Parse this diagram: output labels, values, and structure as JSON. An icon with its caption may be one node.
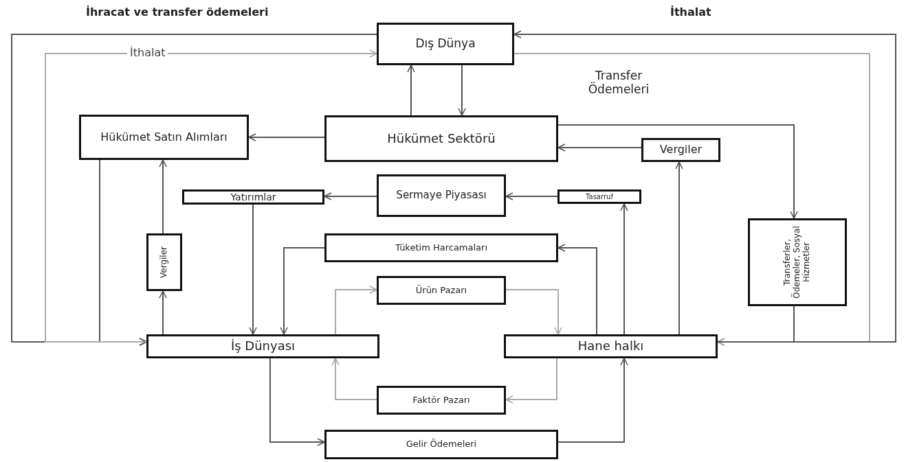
{
  "diagram": {
    "nodes": [
      {
        "text": [
          "Dış Dünya"
        ]
      },
      {
        "text": [
          "Hükümet Satın Alımları"
        ]
      },
      {
        "text": [
          "Hükümet Sektörü"
        ]
      },
      {
        "text": [
          "Vergiler"
        ]
      },
      {
        "text": [
          "Yatırımlar"
        ]
      },
      {
        "text": [
          "Sermaye Piyasası"
        ]
      },
      {
        "text": [
          "Tasarruf"
        ]
      },
      {
        "text": [
          "Tüketim Harcamaları"
        ]
      },
      {
        "text": [
          "Vergiler"
        ]
      },
      {
        "text": [
          "Ürün Pazarı"
        ]
      },
      {
        "text": [
          "Transferler, Ödemeler, Sosyal Hizmetler"
        ]
      },
      {
        "text": [
          "İş Dünyası"
        ]
      },
      {
        "text": [
          "Hane halkı"
        ]
      },
      {
        "text": [
          "Faktör Pazarı"
        ]
      },
      {
        "text": [
          "Gelir Ödemeleri"
        ]
      }
    ],
    "edges": [
      {
        "from": 0,
        "to": 11,
        "arrow": "to"
      },
      {
        "from": 1,
        "to": 11,
        "arrow": "to"
      },
      {
        "from": 11,
        "to": 0,
        "arrow": "to",
        "label": "İthalat",
        "color": "#aaaaaa"
      },
      {
        "from": 11,
        "to": 8,
        "arrow": "to"
      },
      {
        "from": 8,
        "to": 1,
        "arrow": "to"
      },
      {
        "from": 2,
        "to": 1,
        "arrow": "to"
      },
      {
        "from": 2,
        "to": 0,
        "arrow": "to"
      },
      {
        "from": 0,
        "to": 2,
        "arrow": "to"
      },
      {
        "from": 3,
        "to": 2,
        "arrow": "to"
      },
      {
        "from": 12,
        "to": 3,
        "arrow": "to"
      },
      {
        "from": 2,
        "to": 10,
        "arrow": "to"
      },
      {
        "from": 10,
        "to": 12,
        "arrow": "to"
      },
      {
        "from": 0,
        "to": 12,
        "arrow": "to",
        "color": "#aaaaaa"
      },
      {
        "from": 12,
        "to": 0,
        "arrow": "to"
      },
      {
        "from": 5,
        "to": 4,
        "arrow": "to"
      },
      {
        "from": 4,
        "to": 11,
        "arrow": "to"
      },
      {
        "from": 6,
        "to": 5,
        "arrow": "to"
      },
      {
        "from": 12,
        "to": 6,
        "arrow": "to"
      },
      {
        "from": 12,
        "to": 7,
        "arrow": "to"
      },
      {
        "from": 7,
        "to": 11,
        "arrow": "to"
      },
      {
        "from": 11,
        "to": 9,
        "arrow": "to",
        "color": "#aaaaaa"
      },
      {
        "from": 9,
        "to": 12,
        "arrow": "to",
        "color": "#aaaaaa"
      },
      {
        "from": 12,
        "to": 13,
        "arrow": "to",
        "color": "#aaaaaa"
      },
      {
        "from": 13,
        "to": 11,
        "arrow": "to",
        "color": "#aaaaaa"
      },
      {
        "from": 11,
        "to": 14,
        "arrow": "to"
      },
      {
        "from": 14,
        "to": 12,
        "arrow": "to"
      }
    ],
    "labels": [
      "İhracat ve transfer ödemeleri",
      "İthalat",
      "Transfer Ödemeleri"
    ]
  }
}
